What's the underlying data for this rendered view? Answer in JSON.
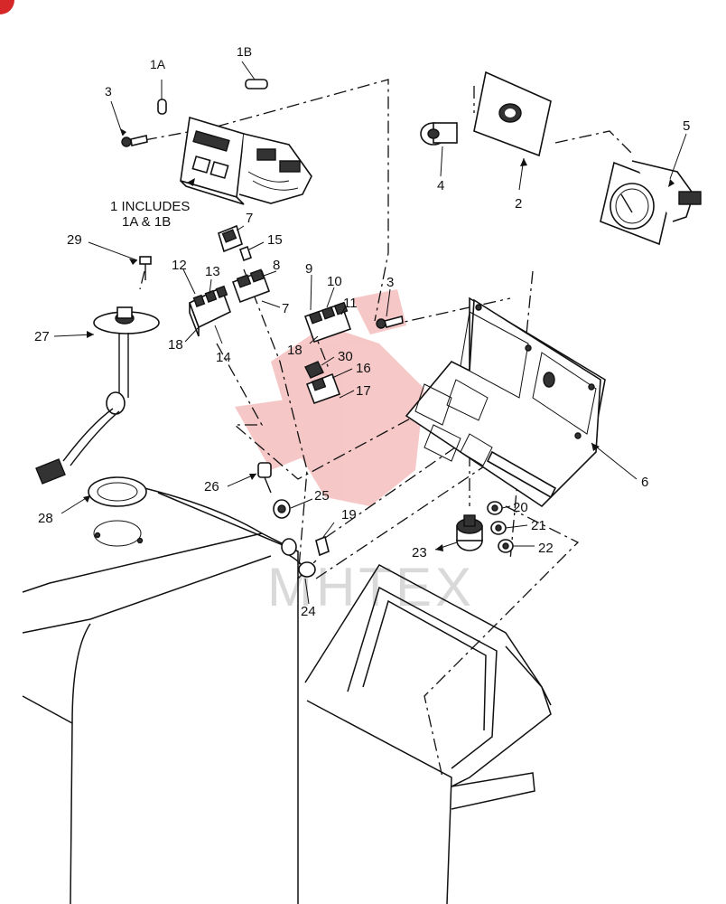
{
  "labels": {
    "l1a": "1A",
    "l1b": "1B",
    "l3a": "3",
    "l3b": "3",
    "l1includes_line1": "1  INCLUDES",
    "l1includes_line2": "1A & 1B",
    "l4": "4",
    "l2": "2",
    "l5": "5",
    "l7a": "7",
    "l15": "15",
    "l29": "29",
    "l12": "12",
    "l13": "13",
    "l8": "8",
    "l7b": "7",
    "l9": "9",
    "l10": "10",
    "l11": "11",
    "l27": "27",
    "l18a": "18",
    "l14": "14",
    "l18b": "18",
    "l30": "30",
    "l16": "16",
    "l17": "17",
    "l6": "6",
    "l26": "26",
    "l25": "25",
    "l28": "28",
    "l19": "19",
    "l20": "20",
    "l21": "21",
    "l22": "22",
    "l23": "23",
    "l24": "24"
  },
  "watermark": "MHTEX",
  "colors": {
    "ink": "#111111",
    "watermark_red": "#e03a3a",
    "corner_badge": "#d62828"
  }
}
